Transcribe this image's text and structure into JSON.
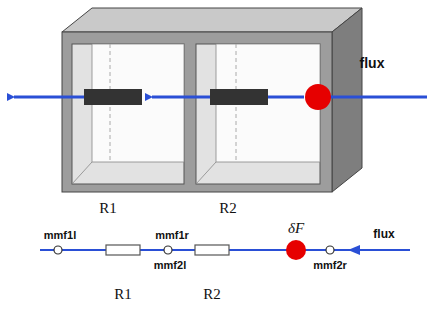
{
  "diagram": {
    "labels": [
      "flux",
      "R1",
      "R2",
      "mmf1l",
      "mmf1r",
      "δF",
      "flux",
      "mmf2l",
      "mmf2r",
      "R1",
      "R2"
    ]
  }
}
